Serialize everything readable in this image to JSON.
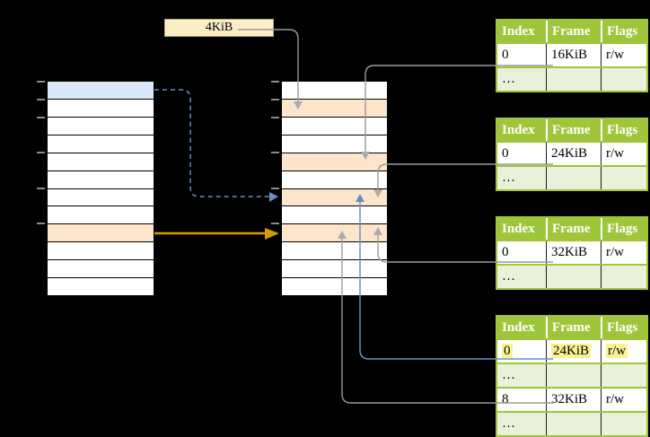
{
  "colors": {
    "background": "#000000",
    "page_blue": "#DAE8FC",
    "frame_orange": "#FDE5CC",
    "label_yellow": "#FBEDC6",
    "table_header_green": "#9FC63B",
    "table_alt_green": "#E9F1DB",
    "highlight_yellow": "#FAF290",
    "arrow_gray": "#9A9A9A",
    "arrow_blue": "#6C8EBF",
    "arrow_orange": "#D79B00"
  },
  "size_label": {
    "text": "4KiB"
  },
  "memory_arrays": {
    "left": {
      "row_count": 12,
      "highlights": {
        "0": "page_blue",
        "8": "frame_orange"
      },
      "tick_rows": [
        0,
        1,
        2,
        4,
        6,
        8
      ]
    },
    "right": {
      "row_count": 12,
      "highlights": {
        "1": "frame_orange",
        "4": "frame_orange",
        "6": "frame_orange",
        "8": "frame_orange"
      },
      "tick_rows": [
        0,
        1,
        2,
        4,
        6,
        8
      ]
    }
  },
  "page_tables": [
    {
      "headers": [
        "Index",
        "Frame",
        "Flags"
      ],
      "rows": [
        {
          "cells": [
            "0",
            "16KiB",
            "r/w"
          ]
        },
        {
          "cells": [
            "…",
            "",
            ""
          ]
        }
      ]
    },
    {
      "headers": [
        "Index",
        "Frame",
        "Flags"
      ],
      "rows": [
        {
          "cells": [
            "0",
            "24KiB",
            "r/w"
          ]
        },
        {
          "cells": [
            "…",
            "",
            ""
          ]
        }
      ]
    },
    {
      "headers": [
        "Index",
        "Frame",
        "Flags"
      ],
      "rows": [
        {
          "cells": [
            "0",
            "32KiB",
            "r/w"
          ]
        },
        {
          "cells": [
            "…",
            "",
            ""
          ]
        }
      ]
    },
    {
      "headers": [
        "Index",
        "Frame",
        "Flags"
      ],
      "rows": [
        {
          "cells": [
            "0",
            "24KiB",
            "r/w"
          ],
          "highlighted": true
        },
        {
          "cells": [
            "…",
            "",
            ""
          ]
        },
        {
          "cells": [
            "8",
            "32KiB",
            "r/w"
          ]
        },
        {
          "cells": [
            "…",
            "",
            ""
          ]
        }
      ]
    }
  ]
}
